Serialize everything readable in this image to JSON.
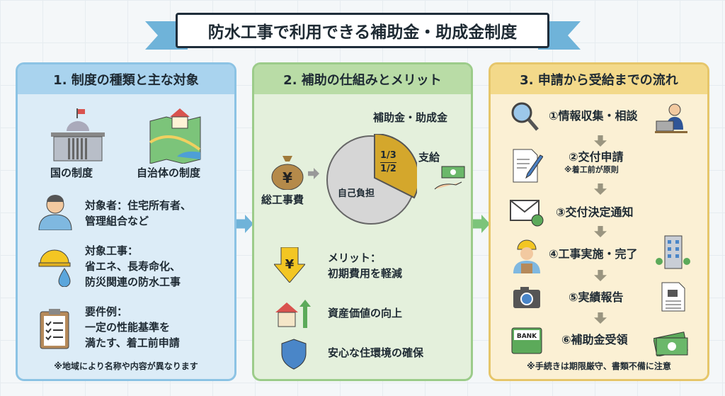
{
  "title": "防水工事で利用できる補助金・助成金制度",
  "panel1": {
    "header": "1. 制度の種類と主な対象",
    "national": "国の制度",
    "local": "自治体の制度",
    "targets": [
      "対象者：住宅所有者、",
      "管理組合など"
    ],
    "works": [
      "対象工事：",
      "省エネ、長寿命化、",
      "防災関連の防水工事"
    ],
    "requirements": [
      "要件例：",
      "一定の性能基準を",
      "満たす、着工前申請"
    ],
    "note": "※地域により名称や内容が異なります"
  },
  "panel2": {
    "header": "2. 補助の仕組みとメリット",
    "total_cost": "総工事費",
    "subsidy_label": "補助金・助成金",
    "ratio_1": "1/3",
    "ratio_2": "1/2",
    "self_pay": "自己負担",
    "payment": "支給",
    "merit": [
      "メリット：",
      "初期費用を軽減"
    ],
    "asset": "資産価値の向上",
    "safety": "安心な住環境の確保"
  },
  "panel3": {
    "header": "3. 申請から受給までの流れ",
    "steps": [
      "①情報収集・相談",
      "②交付申請",
      "③交付決定通知",
      "④工事実施・完了",
      "⑤実績報告",
      "⑥補助金受領"
    ],
    "step2_note": "※着工前が原則",
    "bank": "BANK",
    "note": "※手続きは期限厳守、書類不備に注意"
  },
  "colors": {
    "blue": "#a9d3ee",
    "green": "#b9dca6",
    "yellow": "#f3d98a",
    "gold": "#d4a72c"
  }
}
